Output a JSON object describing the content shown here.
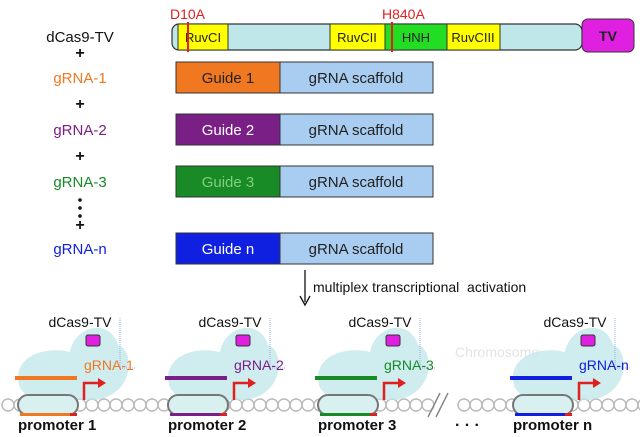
{
  "protein": {
    "label": "dCas9-TV",
    "mutations": [
      "D10A",
      "H840A"
    ],
    "domains": [
      "RuvCI",
      "RuvCII",
      "HNH",
      "RuvCIII"
    ],
    "tag": "TV"
  },
  "plus": "+",
  "grnas": [
    {
      "label": "gRNA-1",
      "guide": "Guide 1",
      "color": "#f07820",
      "text_color": "#222222"
    },
    {
      "label": "gRNA-2",
      "guide": "Guide 2",
      "color": "#7a1f86",
      "text_color": "#ffffff"
    },
    {
      "label": "gRNA-3",
      "guide": "Guide 3",
      "color": "#188a26",
      "text_color": "#7fd07f"
    },
    {
      "label": "gRNA-n",
      "guide": "Guide n",
      "color": "#1020e0",
      "text_color": "#ffffff"
    }
  ],
  "scaffold": "gRNA scaffold",
  "arrow_label": "multiplex transcriptional  activation",
  "bottom": {
    "complex_label": "dCas9-TV",
    "watermark": "Chromosome",
    "ellipsis": "· · ·",
    "units": [
      {
        "grna": "gRNA-1",
        "promoter": "promoter 1",
        "color": "#f07820"
      },
      {
        "grna": "gRNA-2",
        "promoter": "promoter 2",
        "color": "#7a1f86"
      },
      {
        "grna": "gRNA-3",
        "promoter": "promoter 3",
        "color": "#188a26"
      },
      {
        "grna": "gRNA-n",
        "promoter": "promoter n",
        "color": "#1020e0"
      }
    ]
  },
  "colors": {
    "cas9_body": "#bfe6e8",
    "domain_yellow": "#ffff00",
    "hnh_green": "#22dd22",
    "tv_magenta": "#e020e0",
    "scaffold_blue": "#a8cdf0",
    "mutation_red": "#e02020"
  }
}
